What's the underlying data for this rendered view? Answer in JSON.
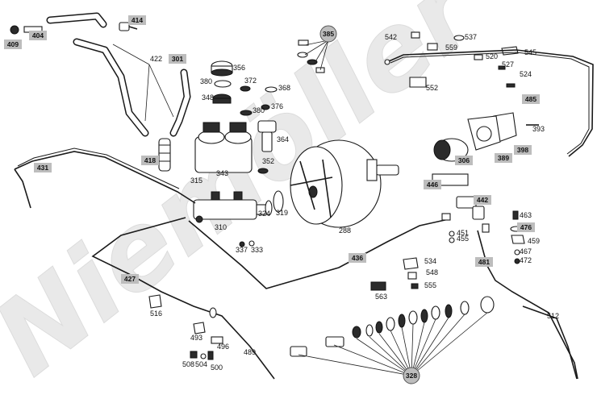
{
  "watermark": "Niemöller",
  "boxed_labels": [
    "414",
    "404",
    "409",
    "301",
    "418",
    "431",
    "427",
    "436",
    "485",
    "398",
    "389",
    "306",
    "446",
    "442",
    "476",
    "481"
  ],
  "circled_labels": [
    "385",
    "328"
  ],
  "plain_labels": [
    "422",
    "356",
    "380",
    "372",
    "368",
    "348",
    "380",
    "376",
    "364",
    "343",
    "315",
    "352",
    "310",
    "324",
    "319",
    "288",
    "337",
    "333",
    "542",
    "537",
    "559",
    "520",
    "545",
    "527",
    "524",
    "552",
    "393",
    "463",
    "459",
    "467",
    "472",
    "451",
    "455",
    "534",
    "548",
    "555",
    "563",
    "516",
    "493",
    "496",
    "489",
    "508",
    "504",
    "500",
    "512"
  ],
  "colors": {
    "box_fill": "#bdbdbd",
    "line": "#1a1a1a",
    "watermark": "#e9e9e9"
  }
}
